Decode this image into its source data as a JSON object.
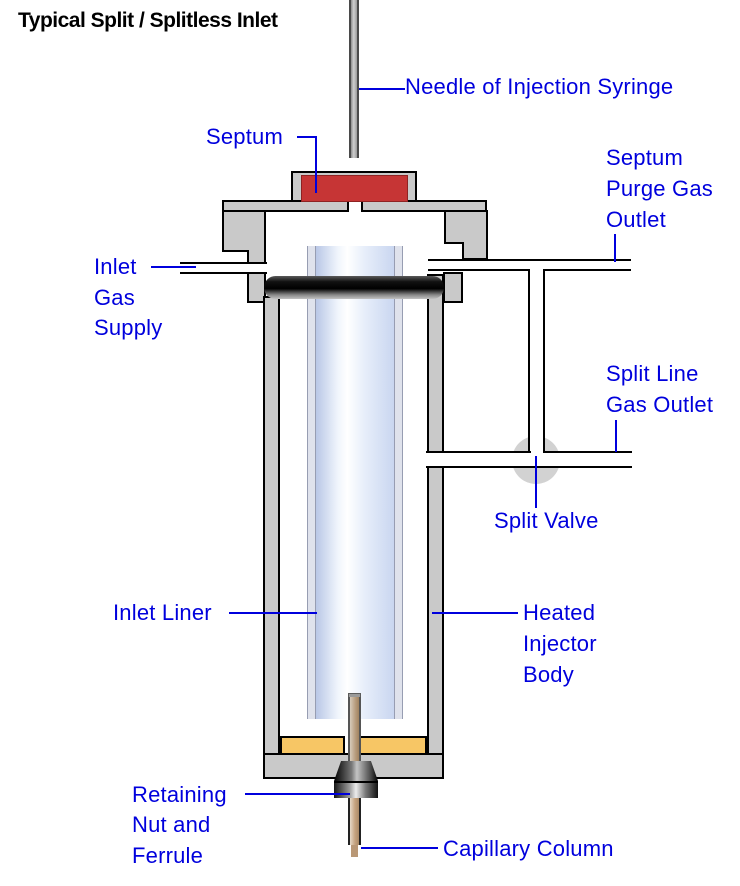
{
  "title": "Typical Split / Splitless Inlet",
  "labels": {
    "needle_of_injection_syringe": "Needle of Injection Syringe",
    "septum": "Septum",
    "septum_purge_gas_outlet": [
      "Septum",
      "Purge Gas",
      "Outlet"
    ],
    "inlet_gas_supply": [
      "Inlet",
      "Gas",
      "Supply"
    ],
    "split_line_gas_outlet": [
      "Split Line",
      "Gas Outlet"
    ],
    "split_valve": "Split Valve",
    "inlet_liner": "Inlet Liner",
    "heated_injector_body": [
      "Heated",
      "Injector",
      "Body"
    ],
    "retaining_nut_and_ferrule": [
      "Retaining",
      "Nut and",
      "Ferrule"
    ],
    "capillary_column": "Capillary Column"
  },
  "colors": {
    "label_blue": "#0000dd",
    "title_black": "#000000",
    "body_gray": "#c9c9c9",
    "septum_red": "#c63535",
    "oring_black": "#000000",
    "gold_seal": "#f7c665",
    "split_valve_gray": "#d2d2d2",
    "liner_glass_tint": "#c9d6f0",
    "background": "#ffffff"
  }
}
